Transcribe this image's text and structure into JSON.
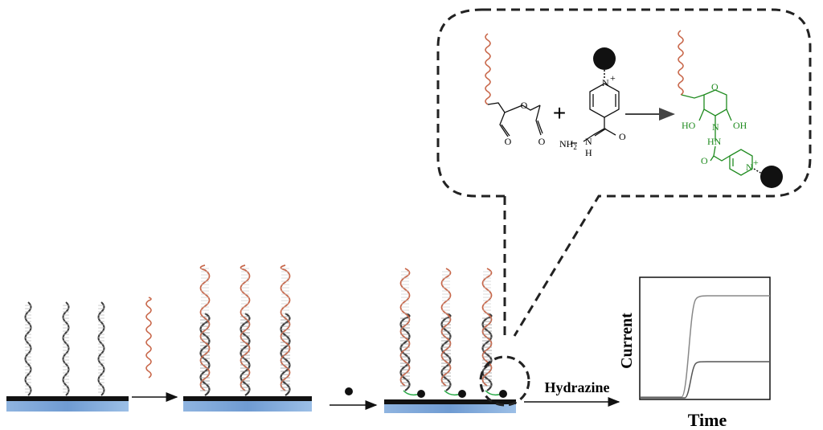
{
  "colors": {
    "dna_probe": "#3a3a3a",
    "dna_target": "#c8674a",
    "product_green": "#1e8a1e",
    "electrode_dark": "#111111",
    "electrode_blue": "#7fa8d8",
    "callout_dash": "#222222",
    "linker_green": "#27a845"
  },
  "labels": {
    "hydrazine": "Hydrazine",
    "current_axis": "Current",
    "time_axis": "Time",
    "plus": "+"
  },
  "chem_text": {
    "o_ring_reactant": "O",
    "o_aldehyde_left": "O",
    "o_aldehyde_right": "O",
    "n_pyridinium": "N",
    "n_plus": "+",
    "o_amide": "O",
    "nh2": "NH",
    "nh2_sub": "2",
    "nh_n": "N",
    "nh_h": "H",
    "p_o_ring": "O",
    "p_ho_left": "HO",
    "p_n_ring": "N",
    "p_oh_right": "OH",
    "p_hn": "HN",
    "p_o_amide": "O",
    "p_n_pyr": "N",
    "p_n_plus": "+"
  },
  "icons": [
    "electrode-icon",
    "dna-helix-icon",
    "ferrocene-bead-icon",
    "arrow-icon"
  ]
}
